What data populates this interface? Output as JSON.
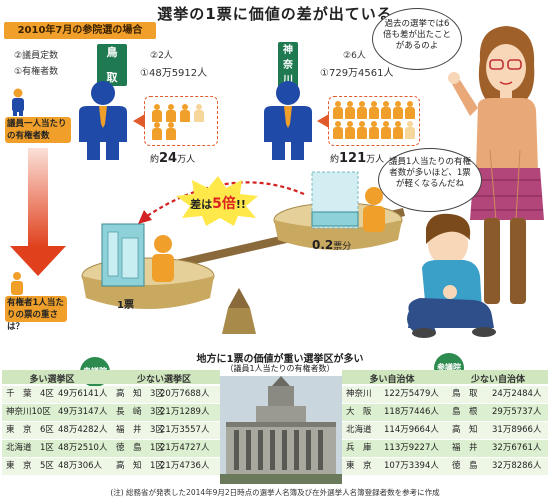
{
  "title": "選挙の1票に価値の差が出ている",
  "subhead": "2010年7月の参院選の場合",
  "legend": {
    "seats_label": "②議員定数",
    "voters_label": "①有権者数"
  },
  "tottori": {
    "name_top": "鳥",
    "name_bottom": "取",
    "seats": "②2人",
    "voters": "①48万5912人",
    "per_member_prefix": "約",
    "per_member_value": "24",
    "per_member_suffix": "万人"
  },
  "kanagawa": {
    "name_1": "神",
    "name_2": "奈",
    "name_3": "川",
    "seats": "②6人",
    "voters": "①729万4561人",
    "per_member_prefix": "約",
    "per_member_value": "121",
    "per_member_suffix": "万人"
  },
  "left_labels": {
    "per_member": "議員一人当たりの有権者数",
    "weight": "有権者1人当たりの票の重さは？"
  },
  "bubbles": {
    "woman": "過去の選挙では6倍も差が出たことがあるのよ",
    "boy": "議員1人当たりの有権者数が多いほど、1票が軽くなるんだね"
  },
  "scale": {
    "diff_label_a": "差は",
    "diff_label_b": "5倍",
    "diff_label_c": "!!",
    "one_vote": "1票",
    "small_vote_value": "0.2",
    "small_vote_suffix": "票分"
  },
  "middle": {
    "title": "地方に1票の価値が重い選挙区が多い",
    "subtitle": "（議員1人当たりの有権者数）"
  },
  "house_of_reps": {
    "badge": "衆議院",
    "heavy_header": "多い選挙区",
    "light_header": "少ない選挙区",
    "heavy": [
      {
        "district": "千　葉　4区",
        "value": "49万6141人"
      },
      {
        "district": "神奈川10区",
        "value": "49万3147人"
      },
      {
        "district": "東　京　6区",
        "value": "48万4282人"
      },
      {
        "district": "北海道　1区",
        "value": "48万2510人"
      },
      {
        "district": "東　京　5区",
        "value": "48万306人"
      }
    ],
    "light": [
      {
        "district": "高　知　3区",
        "value": "20万7688人"
      },
      {
        "district": "長　崎　3区",
        "value": "21万1289人"
      },
      {
        "district": "福　井　3区",
        "value": "21万3557人"
      },
      {
        "district": "徳　島　1区",
        "value": "21万4727人"
      },
      {
        "district": "高　知　1区",
        "value": "21万4736人"
      }
    ]
  },
  "house_of_councillors": {
    "badge": "参議院",
    "heavy_header": "多い自治体",
    "light_header": "少ない自治体",
    "heavy": [
      {
        "district": "神奈川",
        "value": "122万5479人"
      },
      {
        "district": "大　阪",
        "value": "118万7446人"
      },
      {
        "district": "北海道",
        "value": "114万9664人"
      },
      {
        "district": "兵　庫",
        "value": "113万9227人"
      },
      {
        "district": "東　京",
        "value": "107万3394人"
      }
    ],
    "light": [
      {
        "district": "鳥　取",
        "value": "24万2484人"
      },
      {
        "district": "島　根",
        "value": "29万5737人"
      },
      {
        "district": "高　知",
        "value": "31万8966人"
      },
      {
        "district": "福　井",
        "value": "32万6761人"
      },
      {
        "district": "徳　島",
        "value": "32万8286人"
      }
    ]
  },
  "footnote": "(注) 総務省が発表した2014年9月2日時点の選挙人名簿及び在外選挙人名簿登録者数を参考に作成",
  "colors": {
    "orange": "#f0a02a",
    "green": "#1f7a52",
    "blue_suit": "#1f4aa8",
    "red": "#d22222",
    "table_green": "#dcefd0"
  }
}
